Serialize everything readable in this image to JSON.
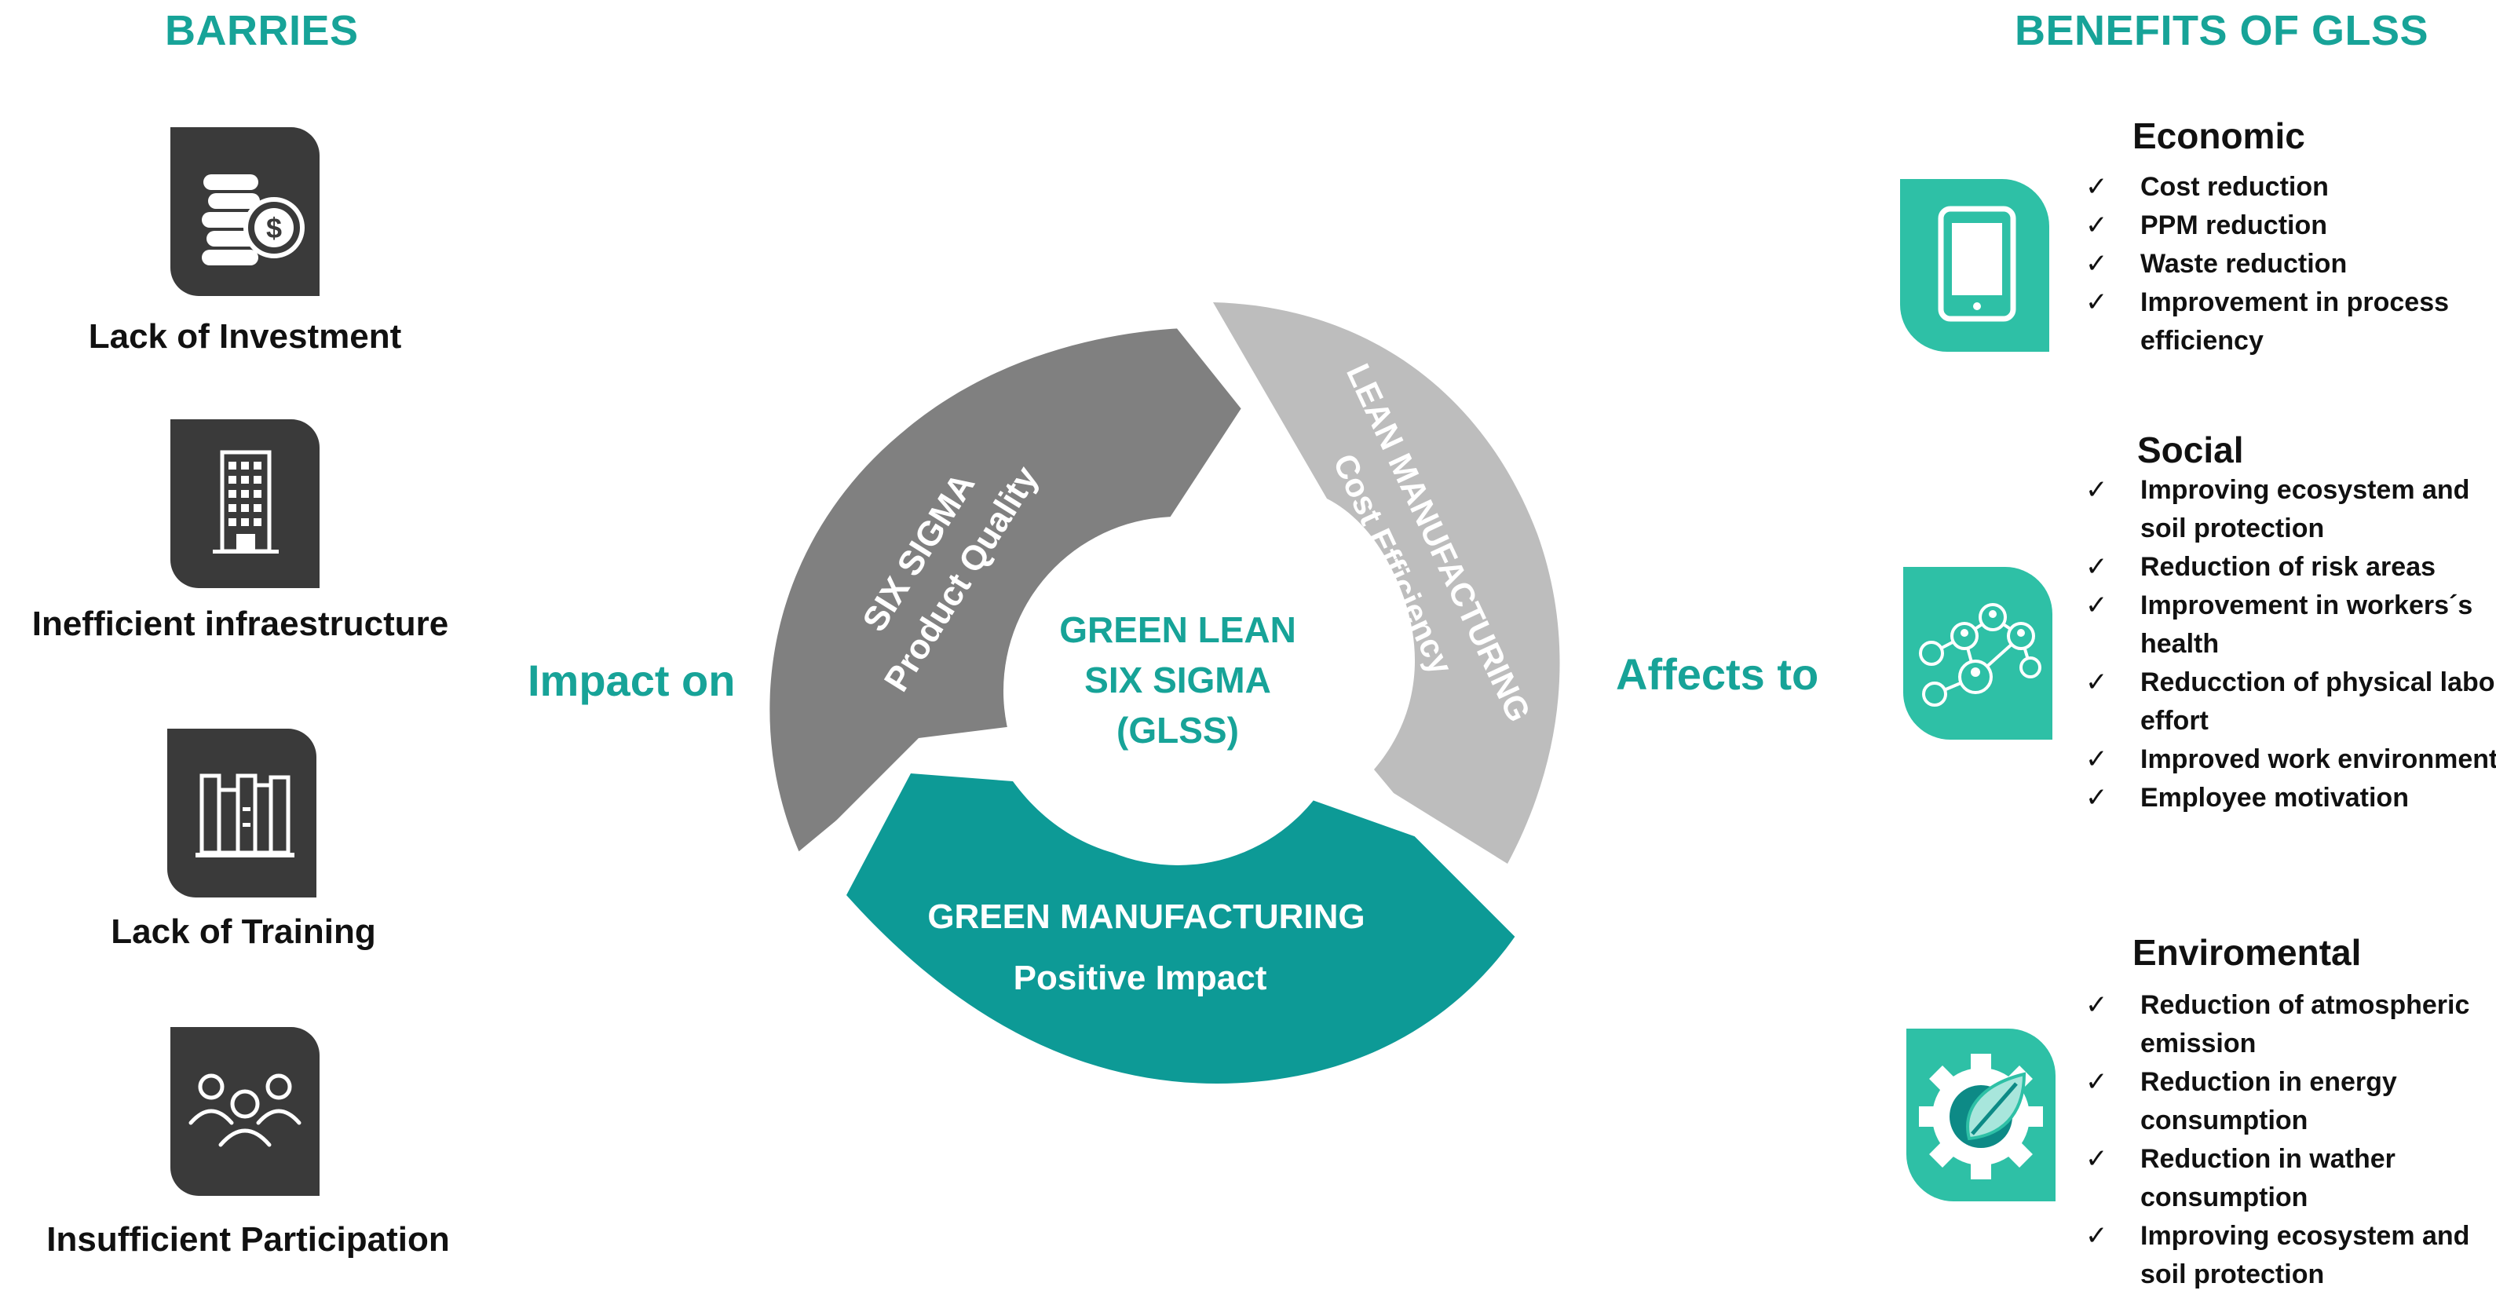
{
  "barriers": {
    "title": "BARRIES",
    "items": [
      {
        "label": "Lack of Investment",
        "icon": "coins-dollar-icon"
      },
      {
        "label": "Inefficient infraestructure",
        "icon": "building-icon"
      },
      {
        "label": "Lack of Training",
        "icon": "books-icon"
      },
      {
        "label": "Insufficient Participation",
        "icon": "people-group-icon"
      }
    ]
  },
  "impact_label": "Impact on",
  "affects_label": "Affects to",
  "cycle": {
    "center": [
      "GREEN LEAN",
      "SIX SIGMA",
      "(GLSS)"
    ],
    "six_sigma": {
      "title": "SIX SIGMA",
      "subtitle": "Product Quality"
    },
    "lean": {
      "title": "LEAN MANUFACTURING",
      "subtitle": "Cost Efficiency"
    },
    "green": {
      "title": "GREEN MANUFACTURING",
      "subtitle": "Positive Impact"
    },
    "colors": {
      "six_sigma": "#808080",
      "lean": "#bdbdbd",
      "green": "#0d9a96",
      "center_text": "#17a398"
    }
  },
  "benefits": {
    "title": "BENEFITS OF GLSS",
    "check_mark": "✓",
    "economic": {
      "title": "Economic",
      "icon": "tablet-icon",
      "items": [
        "Cost reduction",
        "PPM reduction",
        "Waste reduction",
        "Improvement in process efficiency"
      ]
    },
    "social": {
      "title": "Social",
      "icon": "social-network-icon",
      "items": [
        "Improving ecosystem and soil protection",
        "Reduction of risk areas",
        "Improvement in workers´s health",
        "Reducction of physical labor effort",
        "Improved work environment",
        "Employee motivation"
      ]
    },
    "environmental": {
      "title": "Enviromental",
      "icon": "gear-leaf-icon",
      "items": [
        "Reduction of atmospheric emission",
        "Reduction in energy consumption",
        "Reduction in wather consumption",
        "Improving ecosystem and soil protection"
      ]
    }
  }
}
